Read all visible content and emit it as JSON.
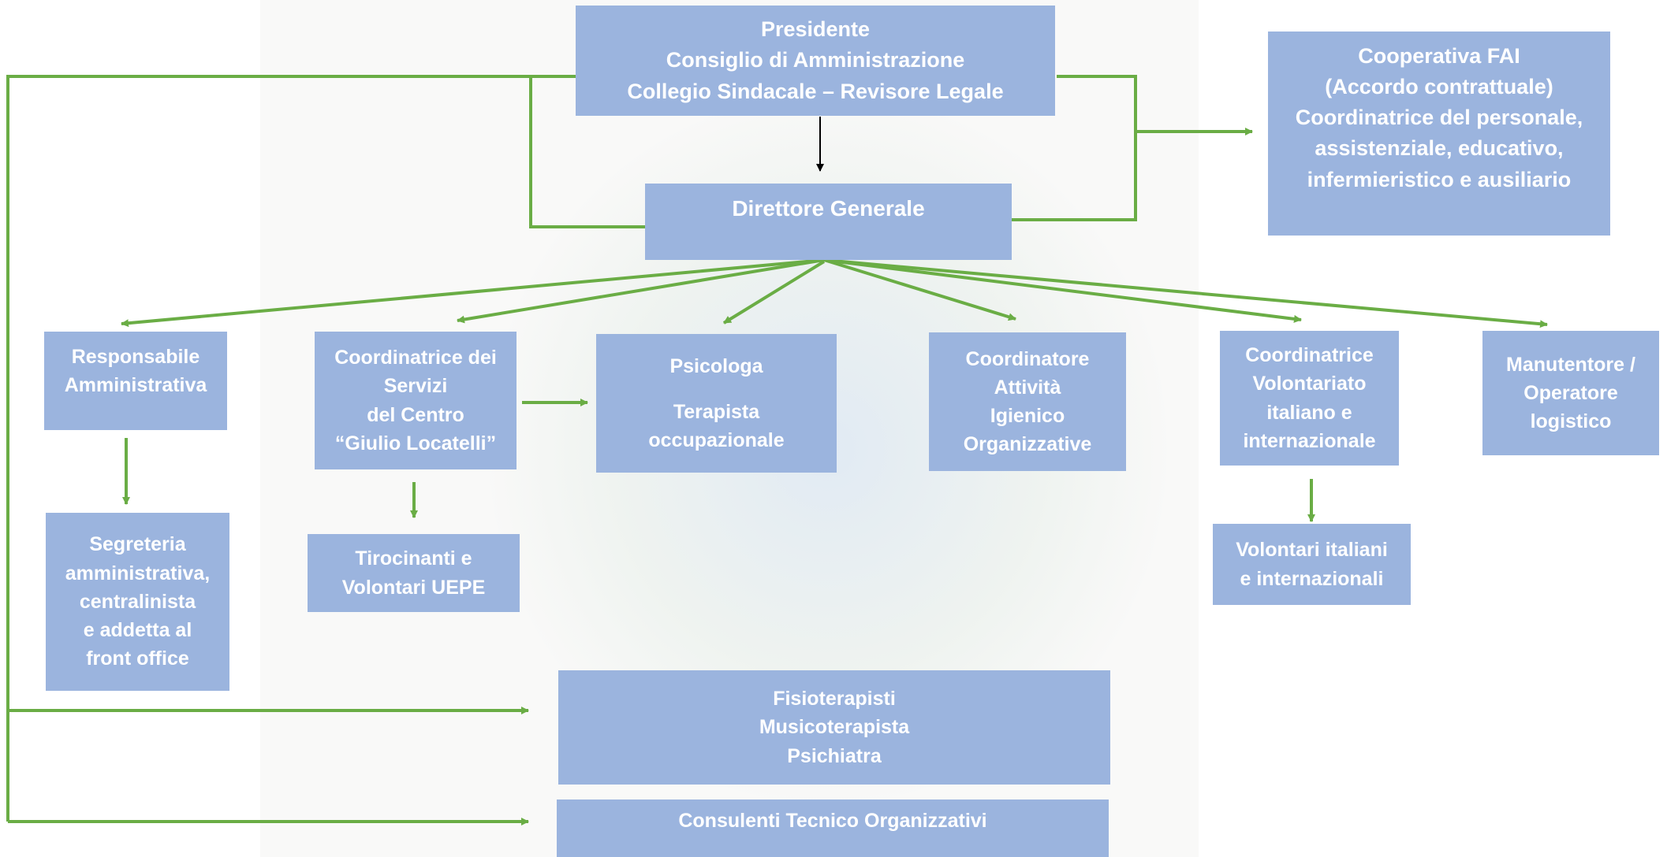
{
  "org_chart": {
    "top": {
      "line1": "Presidente",
      "line2": "Consiglio di Amministrazione",
      "line3": "Collegio Sindacale – Revisore Legale"
    },
    "direttore": "Direttore Generale",
    "cooperativa": {
      "line1": "Cooperativa FAI",
      "line2": "(Accordo contrattuale)",
      "line3": "Coordinatrice del personale,",
      "line4": "assistenziale, educativo,",
      "line5": "infermieristico e ausiliario"
    },
    "responsabile": {
      "line1": "Responsabile",
      "line2": "Amministrativa"
    },
    "segreteria": {
      "line1": "Segreteria",
      "line2": "amministrativa,",
      "line3": "centralinista",
      "line4": "e addetta al",
      "line5": "front office"
    },
    "coordinatrice_servizi": {
      "line1": "Coordinatrice dei",
      "line2": "Servizi",
      "line3": "del Centro",
      "line4": "“Giulio Locatelli”"
    },
    "tirocinanti": {
      "line1": "Tirocinanti e",
      "line2": "Volontari UEPE"
    },
    "psicologa": {
      "line1": "Psicologa",
      "line2": "Terapista",
      "line3": "occupazionale"
    },
    "coordinatore_attivita": {
      "line1": "Coordinatore",
      "line2": "Attività",
      "line3": "Igienico",
      "line4": "Organizzative"
    },
    "coordinatrice_volontariato": {
      "line1": "Coordinatrice",
      "line2": "Volontariato",
      "line3": "italiano e",
      "line4": "internazionale"
    },
    "volontari": {
      "line1": "Volontari italiani",
      "line2": "e internazionali"
    },
    "manutentore": {
      "line1": "Manutentore /",
      "line2": "Operatore",
      "line3": "logistico"
    },
    "fisioterapisti": {
      "line1": "Fisioterapisti",
      "line2": "Musicoterapista",
      "line3": "Psichiatra"
    },
    "consulenti": "Consulenti Tecnico Organizzativi"
  },
  "colors": {
    "box_fill": "#9bb4de",
    "box_text": "#ffffff",
    "connector_green": "#6aad45",
    "connector_black": "#000000"
  }
}
